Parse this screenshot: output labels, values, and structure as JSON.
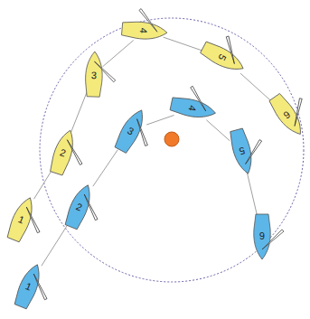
{
  "diagram": {
    "nodes": [
      {
        "text": [
          "1"
        ]
      },
      {
        "text": [
          "2"
        ]
      },
      {
        "text": [
          "3"
        ]
      },
      {
        "text": [
          "4"
        ]
      },
      {
        "text": [
          "5"
        ]
      },
      {
        "text": [
          "6"
        ]
      },
      {
        "text": [
          "1"
        ]
      },
      {
        "text": [
          "2"
        ]
      },
      {
        "text": [
          "3"
        ]
      },
      {
        "text": [
          "4"
        ]
      },
      {
        "text": [
          "5"
        ]
      },
      {
        "text": [
          "6"
        ]
      }
    ],
    "edges": [
      {
        "from": 0,
        "to": 1,
        "arrow": "none"
      },
      {
        "from": 1,
        "to": 2,
        "arrow": "none"
      },
      {
        "from": 2,
        "to": 3,
        "arrow": "none"
      },
      {
        "from": 3,
        "to": 4,
        "arrow": "none"
      },
      {
        "from": 4,
        "to": 5,
        "arrow": "none"
      },
      {
        "from": 6,
        "to": 7,
        "arrow": "none"
      },
      {
        "from": 7,
        "to": 8,
        "arrow": "none"
      },
      {
        "from": 8,
        "to": 9,
        "arrow": "none"
      },
      {
        "from": 9,
        "to": 10,
        "arrow": "none"
      },
      {
        "from": 10,
        "to": 11,
        "arrow": "none"
      }
    ]
  }
}
